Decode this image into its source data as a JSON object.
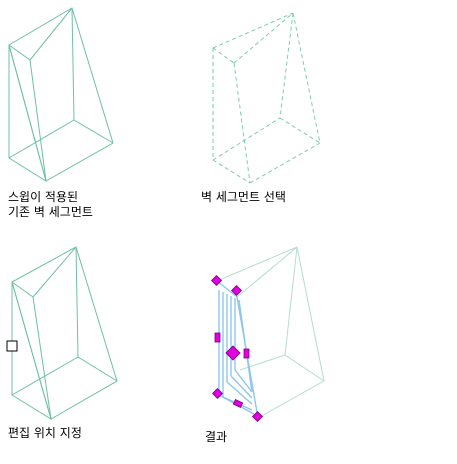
{
  "colors": {
    "edge": "#6fbfa8",
    "edge_dashed": "#7fcab5",
    "edge_faded": "#b4ddd2",
    "grip": "#e000e0",
    "grip_outline": "#7a007a",
    "hatch": "#8ec6ef",
    "background": "#ffffff",
    "text": "#000000"
  },
  "panels": [
    {
      "id": "original",
      "caption_lines": [
        "스윕이 적용된",
        "기존 벽 세그먼트"
      ]
    },
    {
      "id": "selected",
      "caption_lines": [
        "벽 세그먼트 선택"
      ]
    },
    {
      "id": "pick-location",
      "caption_lines": [
        "편집 위치 지정"
      ]
    },
    {
      "id": "result",
      "caption_lines": [
        "결과"
      ]
    }
  ]
}
